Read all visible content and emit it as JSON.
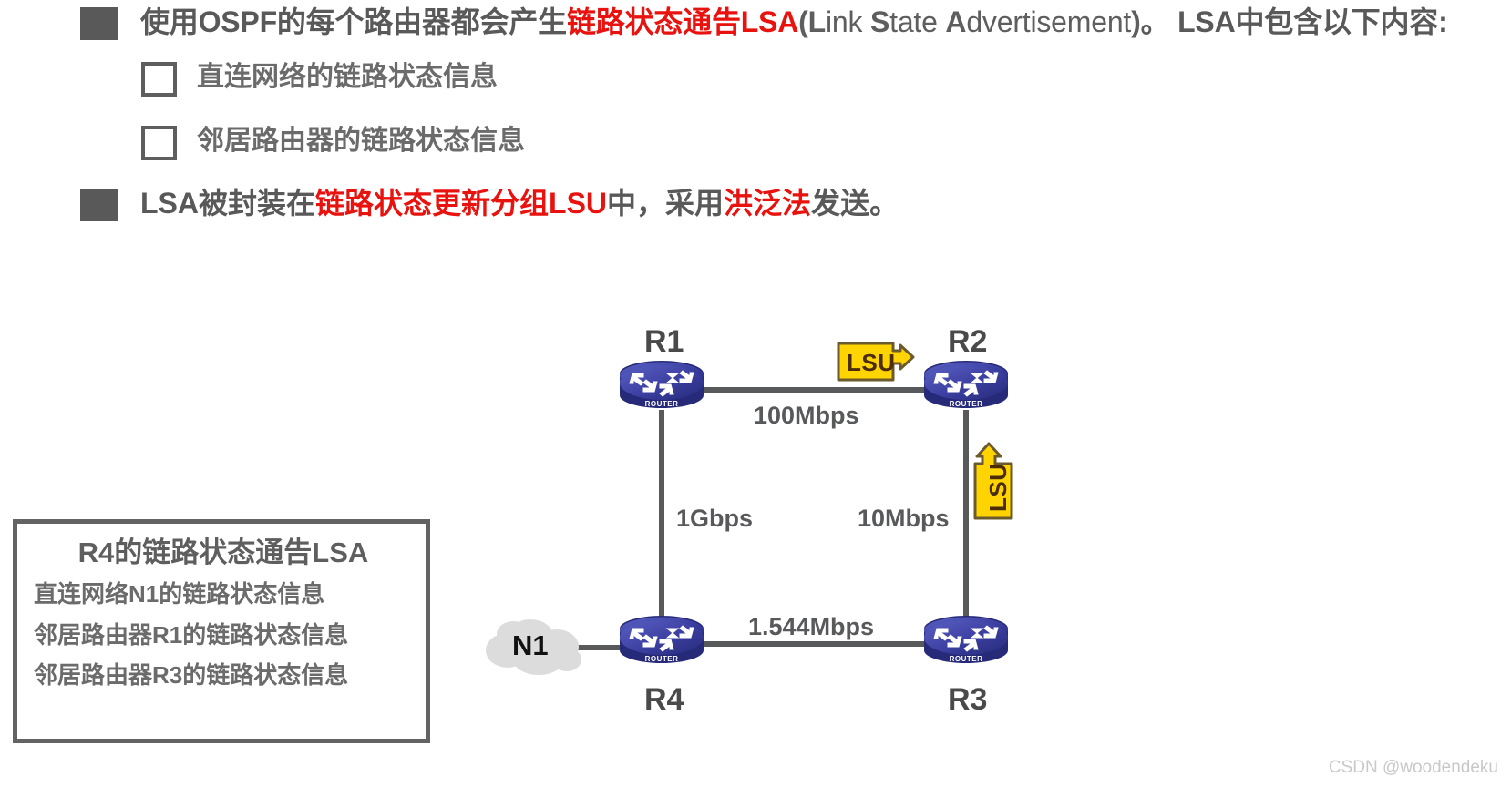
{
  "slide": {
    "bullets": {
      "level1_a": {
        "pre": "使用OSPF的每个路由器都会产生",
        "highlight": "链路状态通告LSA",
        "paren_open": "(",
        "paren_L": "L",
        "paren_ink": "ink ",
        "paren_S": "S",
        "paren_tate": "tate ",
        "paren_A": "A",
        "paren_dvertisement": "dvertisement",
        "paren_close": ")",
        "post": "。 LSA中包含以下内容:"
      },
      "level2_a": "直连网络的链路状态信息",
      "level2_b": "邻居路由器的链路状态信息",
      "level1_b": {
        "pre": "LSA被封装在",
        "highlight1": "链路状态更新分组LSU",
        "mid": "中，采用",
        "highlight2": "洪泛法",
        "post": "发送。"
      }
    }
  },
  "lsa_box": {
    "title": "R4的链路状态通告LSA",
    "lines": [
      "直连网络N1的链路状态信息",
      "邻居路由器R1的链路状态信息",
      "邻居路由器R3的链路状态信息"
    ]
  },
  "diagram": {
    "nodes": [
      {
        "id": "R1",
        "label": "R1",
        "type": "router"
      },
      {
        "id": "R2",
        "label": "R2",
        "type": "router"
      },
      {
        "id": "R3",
        "label": "R3",
        "type": "router"
      },
      {
        "id": "R4",
        "label": "R4",
        "type": "router"
      },
      {
        "id": "N1",
        "label": "N1",
        "type": "network-cloud"
      }
    ],
    "router_caption": "ROUTER",
    "links": [
      {
        "from": "R1",
        "to": "R2",
        "label": "100Mbps"
      },
      {
        "from": "R1",
        "to": "R4",
        "label": "1Gbps"
      },
      {
        "from": "R2",
        "to": "R3",
        "label": "10Mbps"
      },
      {
        "from": "R4",
        "to": "R3",
        "label": "1.544Mbps"
      },
      {
        "from": "N1",
        "to": "R4",
        "label": ""
      }
    ],
    "packets": [
      {
        "id": "lsu-horizontal",
        "label": "LSU",
        "direction": "right"
      },
      {
        "id": "lsu-vertical",
        "label": "LSU",
        "direction": "up"
      }
    ]
  },
  "watermark": "CSDN @woodendeku",
  "colors": {
    "accent_red": "#e8120e",
    "text_gray": "#595959",
    "router_blue": "#3b3fa0",
    "packet_yellow": "#ffd400",
    "link_gray": "#58595b"
  }
}
